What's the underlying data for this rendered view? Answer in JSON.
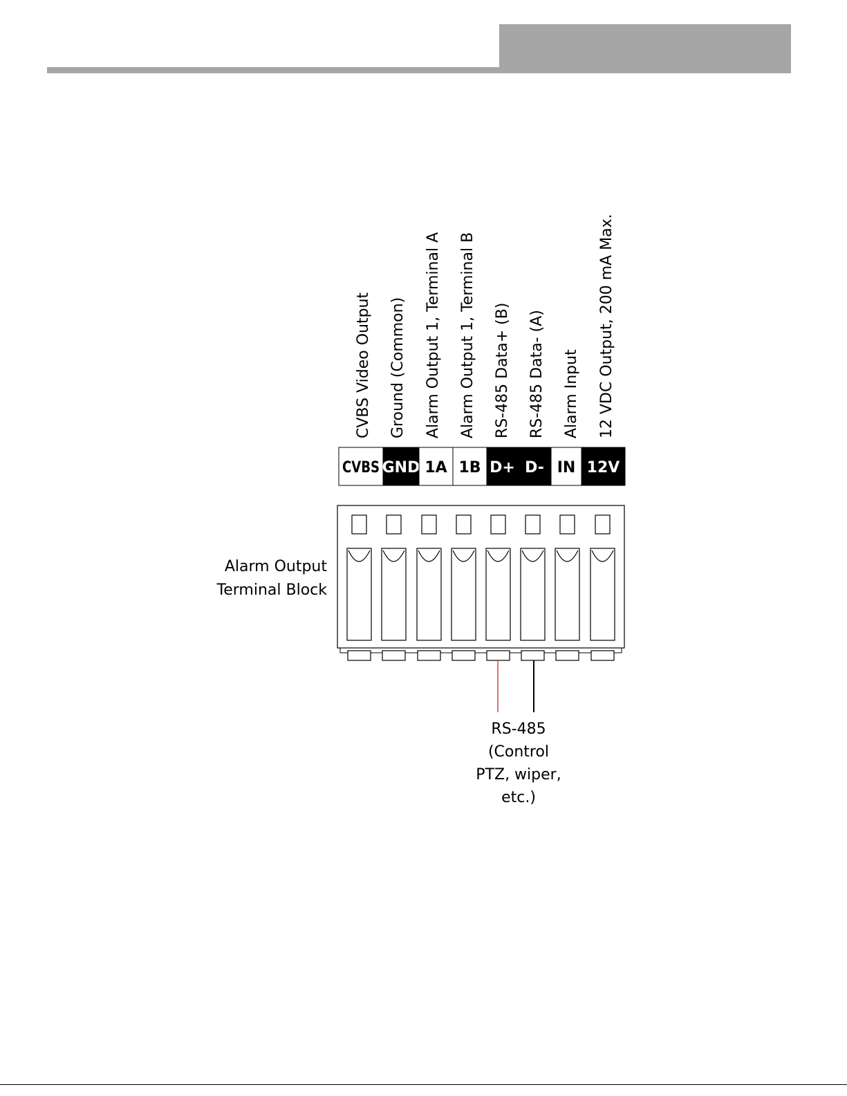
{
  "terminals": [
    {
      "code": "CVBS",
      "label": "CVBS Video Output",
      "inverted": false
    },
    {
      "code": "GND",
      "label": "Ground (Common)",
      "inverted": true
    },
    {
      "code": "1A",
      "label": "Alarm Output 1, Terminal A",
      "inverted": false
    },
    {
      "code": "1B",
      "label": "Alarm Output 1, Terminal B",
      "inverted": false
    },
    {
      "code": "D+",
      "label": "RS-485 Data+ (B)",
      "inverted": true
    },
    {
      "code": "D-",
      "label": "RS-485 Data- (A)",
      "inverted": true
    },
    {
      "code": "IN",
      "label": "Alarm Input",
      "inverted": false
    },
    {
      "code": "12V",
      "label": "12 VDC Output, 200 mA Max.",
      "inverted": true
    }
  ],
  "block_label": [
    "Alarm Output",
    "Terminal Block"
  ],
  "rs485_note": [
    "RS-485",
    "(Control",
    "PTZ, wiper,",
    "etc.)"
  ],
  "colors": {
    "header_gray": "#a6a6a6",
    "wire_positive": "#d62828",
    "wire_negative": "#000000"
  }
}
